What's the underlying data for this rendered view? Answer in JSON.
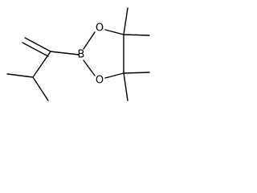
{
  "atoms": {
    "boron": "B",
    "oxygen_top": "O",
    "oxygen_bottom": "O"
  }
}
